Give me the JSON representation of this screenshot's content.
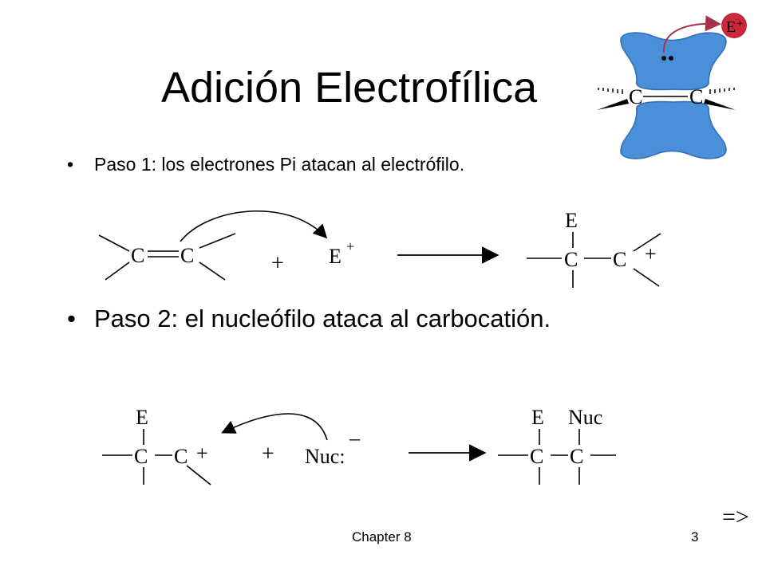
{
  "slide": {
    "title": "Adición Electrofílica",
    "step1": "Paso 1:  los electrones Pi atacan al electrófilo.",
    "step2": "Paso 2:  el nucleófilo ataca al carbocatión.",
    "footer_left": "Chapter 8",
    "page_number": "3",
    "next_arrow": "=>",
    "bullet": "•"
  },
  "pi_bond_figure": {
    "atom_left": "C",
    "atom_right": "C",
    "electrophile": "E",
    "electrophile_charge": "+",
    "lobe_color": "#4a8fd8",
    "arrow_color": "#a8324a",
    "ball_color": "#c8283c"
  },
  "reaction1": {
    "reactant_c1": "C",
    "reactant_c2": "C",
    "plus": "+",
    "electrophile": "E",
    "electrophile_charge": "+",
    "product_e": "E",
    "product_c1": "C",
    "product_c2": "C",
    "product_charge": "+"
  },
  "reaction2": {
    "reactant_e": "E",
    "reactant_c1": "C",
    "reactant_c2": "C",
    "reactant_charge": "+",
    "plus": "+",
    "nucleophile": "Nuc:",
    "nucleophile_charge": "–",
    "product_e": "E",
    "product_nuc": "Nuc",
    "product_c1": "C",
    "product_c2": "C"
  }
}
